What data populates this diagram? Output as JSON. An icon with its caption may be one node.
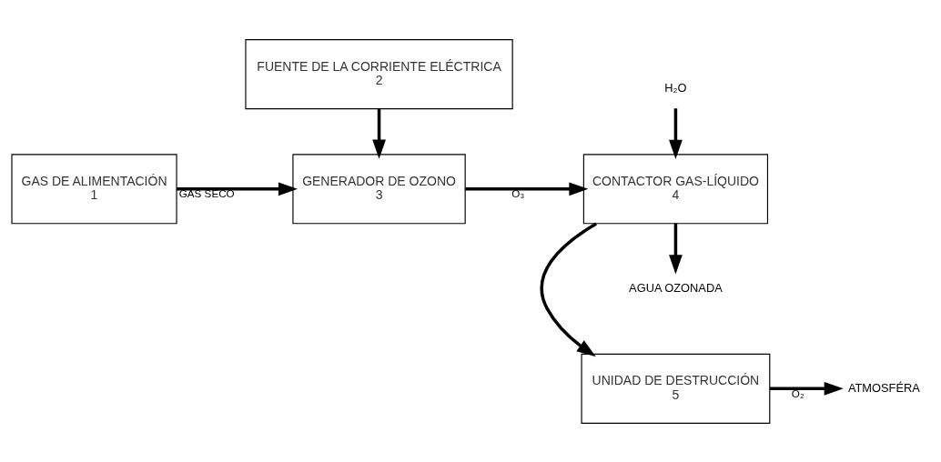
{
  "diagram": {
    "nodes": [
      {
        "text": [
          "GAS DE ALIMENTACIÓN",
          "1"
        ]
      },
      {
        "text": [
          "FUENTE DE LA CORRIENTE ELÉCTRICA",
          "2"
        ]
      },
      {
        "text": [
          "GENERADOR DE OZONO",
          "3"
        ]
      },
      {
        "text": [
          "CONTACTOR GAS-LÍQUIDO",
          "4"
        ]
      },
      {
        "text": [
          "UNIDAD DE DESTRUCCIÓN",
          "5"
        ]
      },
      {
        "text": [
          "ATMOSFÉRA"
        ]
      },
      {
        "text": [
          "H₂O"
        ]
      },
      {
        "text": [
          "AGUA OZONADA"
        ]
      }
    ],
    "edges": [
      {
        "from": 0,
        "to": 2,
        "arrow": "to",
        "label": "GAS SECO"
      },
      {
        "from": 1,
        "to": 2,
        "arrow": "to"
      },
      {
        "from": 2,
        "to": 3,
        "arrow": "to",
        "label": "O₃"
      },
      {
        "from": 3,
        "to": 4,
        "arrow": "to"
      },
      {
        "from": 4,
        "to": 5,
        "arrow": "to",
        "label": "O₂"
      },
      {
        "from": 6,
        "to": 3,
        "arrow": "to"
      },
      {
        "from": 3,
        "to": 7,
        "arrow": "to"
      }
    ]
  }
}
